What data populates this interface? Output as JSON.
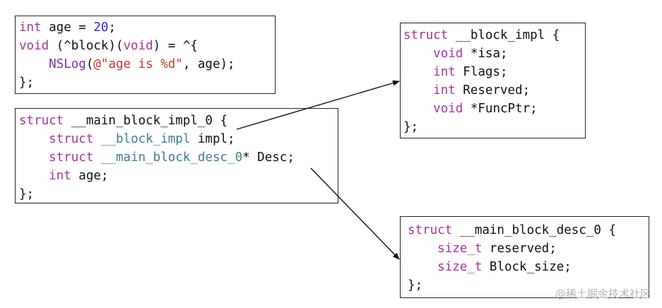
{
  "block_source": {
    "l1": {
      "a": "int",
      "b": " age = ",
      "c": "20",
      "d": ";"
    },
    "l2": {
      "a": "void",
      "b": " (^block)(",
      "c": "void",
      "d": ") = ^{"
    },
    "l3": {
      "indent": "    ",
      "a": "NSLog",
      "b": "(",
      "c": "@\"age is %d\"",
      "d": ", age);"
    },
    "l4": "};"
  },
  "main_block_impl": {
    "l1": {
      "a": "struct",
      "b": " __main_block_impl_0 {"
    },
    "l2": {
      "indent": "    ",
      "a": "struct",
      "b": " ",
      "c": "__block_impl",
      "d": " impl;"
    },
    "l3": {
      "indent": "    ",
      "a": "struct",
      "b": " ",
      "c": "__main_block_desc_0",
      "d": "* Desc;"
    },
    "l4": {
      "indent": "    ",
      "a": "int",
      "b": " age;"
    },
    "l5": "};"
  },
  "block_impl": {
    "l1": {
      "a": "struct",
      "b": " __block_impl {"
    },
    "l2": {
      "indent": "    ",
      "a": "void",
      "b": " *isa;"
    },
    "l3": {
      "indent": "    ",
      "a": "int",
      "b": " Flags;"
    },
    "l4": {
      "indent": "    ",
      "a": "int",
      "b": " Reserved;"
    },
    "l5": {
      "indent": "    ",
      "a": "void",
      "b": " *FuncPtr;"
    },
    "l6": "};"
  },
  "main_block_desc": {
    "l1": {
      "a": "struct",
      "b": " __main_block_desc_0 {"
    },
    "l2": {
      "indent": "    ",
      "a": "size_t",
      "b": " reserved;"
    },
    "l3": {
      "indent": "    ",
      "a": "size_t",
      "b": " Block_size;"
    },
    "l4": "};"
  },
  "watermark": "@稀土掘金技术社区",
  "colors": {
    "keyword": "#a8339b",
    "type": "#3f7d8a",
    "number": "#2a2ad6",
    "string": "#c0392b",
    "border": "#222222",
    "arrow": "#111111"
  }
}
